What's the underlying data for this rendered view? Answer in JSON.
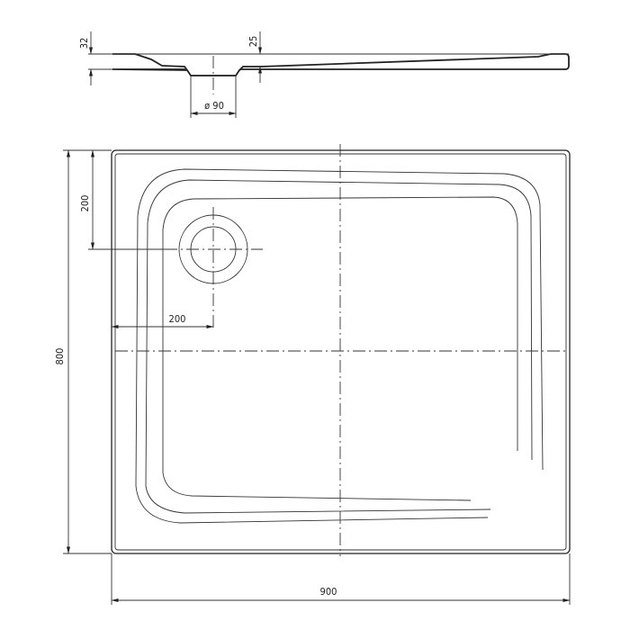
{
  "drawing": {
    "type": "technical-drawing",
    "subject": "shower tray",
    "colors": {
      "line": "#222222",
      "background": "#ffffff"
    }
  },
  "side_view": {
    "dim_thickness_total": "32",
    "dim_thickness_edge": "25",
    "dim_drain_diameter": "ø 90"
  },
  "plan_view": {
    "dim_height": "800",
    "dim_width": "900",
    "dim_drain_from_top": "200",
    "dim_drain_from_left": "200"
  }
}
